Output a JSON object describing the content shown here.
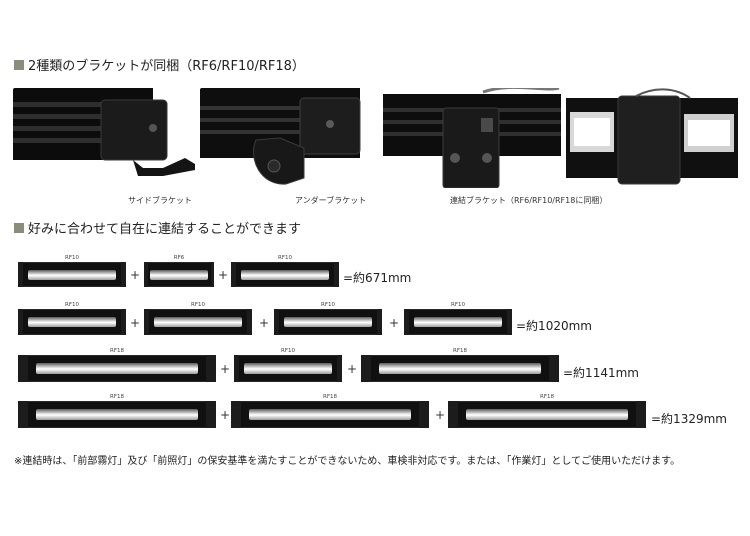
{
  "section1": {
    "title": "2種類のブラケットが同梱（RF6/RF10/RF18）"
  },
  "photos": [
    {
      "caption": "サイドブラケット",
      "subject": "side-bracket-photo"
    },
    {
      "caption": "アンダーブラケット",
      "subject": "under-bracket-photo"
    },
    {
      "caption": "連結ブラケット（RF6/RF10/RF18に同梱）",
      "subject": "joint-bracket-photo"
    },
    {
      "caption": "",
      "subject": "connected-lights-photo"
    }
  ],
  "section2": {
    "title": "好みに合わせて自在に連結することができます"
  },
  "combos": [
    {
      "bars": [
        "RF10",
        "RF6",
        "RF10"
      ],
      "result": "=約671mm"
    },
    {
      "bars": [
        "RF10",
        "RF10",
        "RF10",
        "RF10"
      ],
      "result": "=約1020mm"
    },
    {
      "bars": [
        "RF18",
        "RF10",
        "RF18"
      ],
      "result": "=約1141mm"
    },
    {
      "bars": [
        "RF18",
        "RF18",
        "RF18"
      ],
      "result": "=約1329mm"
    }
  ],
  "plus_sign": "+",
  "note": "※連結時は、「前部霧灯」及び「前照灯」の保安基準を満たすことができないため、車検非対応です。または、「作業灯」としてご使用いただけます。"
}
